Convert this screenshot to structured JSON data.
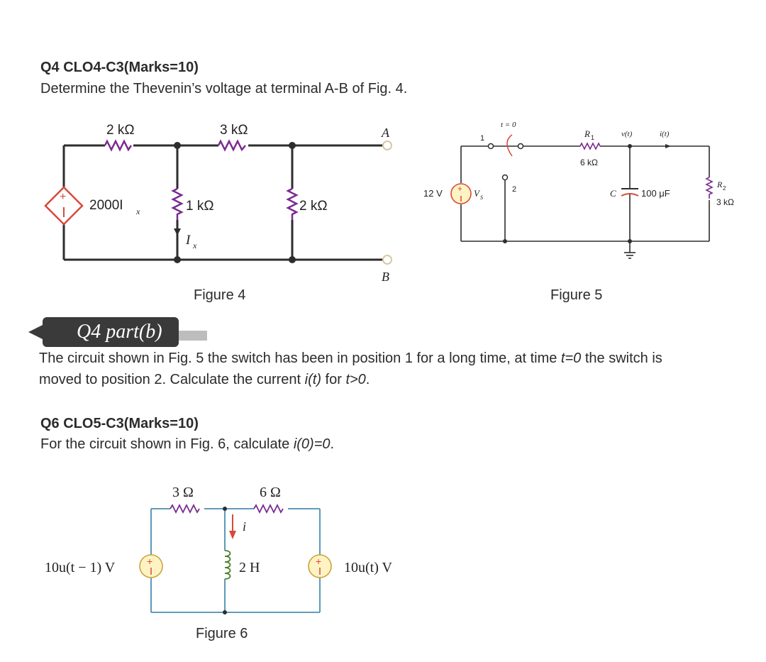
{
  "q4": {
    "heading": "Q4 CLO4-C3(Marks=10)",
    "prompt": "Determine the Thevenin’s voltage at terminal A-B of Fig. 4."
  },
  "fig4": {
    "caption": "Figure 4",
    "r_left": "2 kΩ",
    "r_mid": "3 kΩ",
    "r_vert1": "1 kΩ",
    "r_vert2": "2 kΩ",
    "source_label": "2000I",
    "source_sub": "x",
    "current_label": "I",
    "current_sub": "x",
    "terminal_a": "A",
    "terminal_b": "B"
  },
  "fig5": {
    "caption": "Figure 5",
    "switch_time": "t = 0",
    "pos1": "1",
    "pos2": "2",
    "r1_name": "R",
    "r1_sub": "1",
    "r1_value": "6 kΩ",
    "v_label": "v(t)",
    "i_label": "i(t)",
    "cap_name": "C",
    "cap_value": "100 μF",
    "r2_name": "R",
    "r2_sub": "2",
    "r2_value": "3 kΩ",
    "source_value": "12 V",
    "source_name": "V",
    "source_sub": "S"
  },
  "q4b": {
    "tag": "Q4 part(b)",
    "text_1": "The circuit shown in Fig. 5 the switch has been in position 1 for a long time, at time ",
    "text_t0": "t=0",
    "text_2": " the switch is",
    "line2_1": "moved to position 2. Calculate the current ",
    "line2_it": "i(t)",
    "line2_2": " for ",
    "line2_cond": "t>0",
    "line2_3": "."
  },
  "q6": {
    "heading": "Q6 CLO5-C3(Marks=10)",
    "text_1": "For the circuit shown in Fig. 6, calculate ",
    "text_it": "i(0)=0",
    "text_2": "."
  },
  "fig6": {
    "caption": "Figure 6",
    "r_left": "3 Ω",
    "r_right": "6 Ω",
    "inductor": "2 H",
    "current": "i",
    "src_left": "10u(t − 1) V",
    "src_right": "10u(t) V"
  }
}
